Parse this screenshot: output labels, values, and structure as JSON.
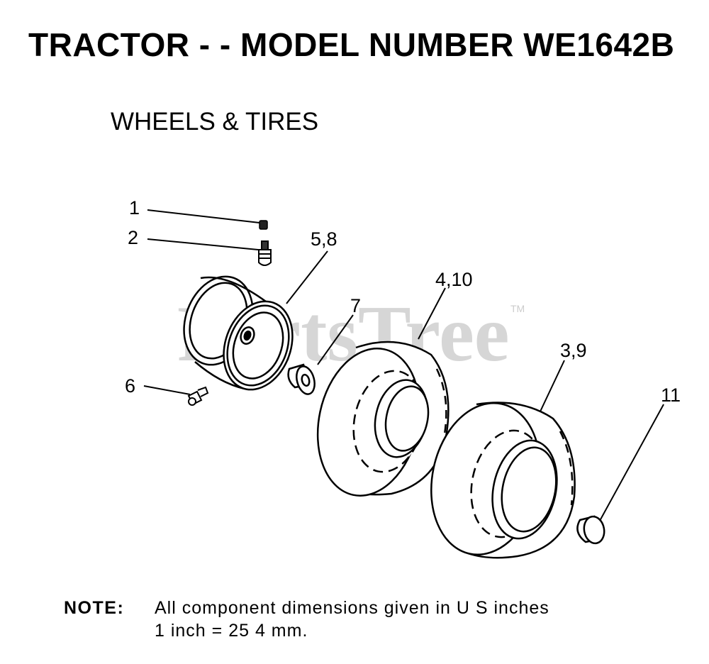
{
  "title": "TRACTOR - - MODEL NUMBER WE1642B",
  "subtitle": "WHEELS & TIRES",
  "watermark": {
    "text": "PartsTree",
    "tm": "TM"
  },
  "callouts": {
    "c1": "1",
    "c2": "2",
    "c58": "5,8",
    "c410": "4,10",
    "c7": "7",
    "c39": "3,9",
    "c6": "6",
    "c11": "11"
  },
  "note": {
    "label": "NOTE:",
    "line1": "All component dimensions given in U S  inches",
    "line2": "1 inch = 25 4 mm."
  }
}
